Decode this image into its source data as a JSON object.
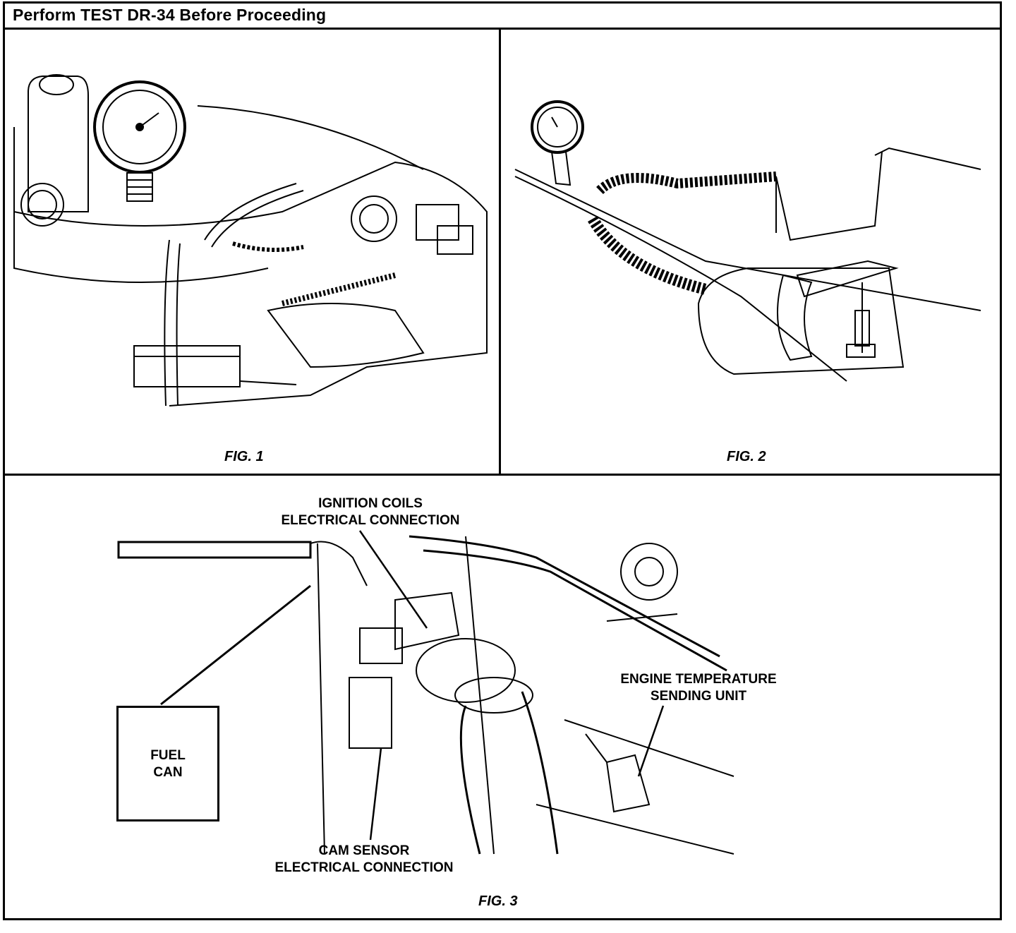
{
  "header": {
    "title": "Perform TEST DR-34 Before Proceeding"
  },
  "figures": [
    {
      "caption": "FIG. 1"
    },
    {
      "caption": "FIG. 2"
    },
    {
      "caption": "FIG. 3"
    }
  ],
  "fig3_labels": {
    "ignition_coils": "IGNITION COILS\nELECTRICAL CONNECTION",
    "engine_temp": "ENGINE TEMPERATURE\nSENDING UNIT",
    "cam_sensor": "CAM SENSOR\nELECTRICAL CONNECTION",
    "fuel_can": "FUEL\nCAN"
  }
}
